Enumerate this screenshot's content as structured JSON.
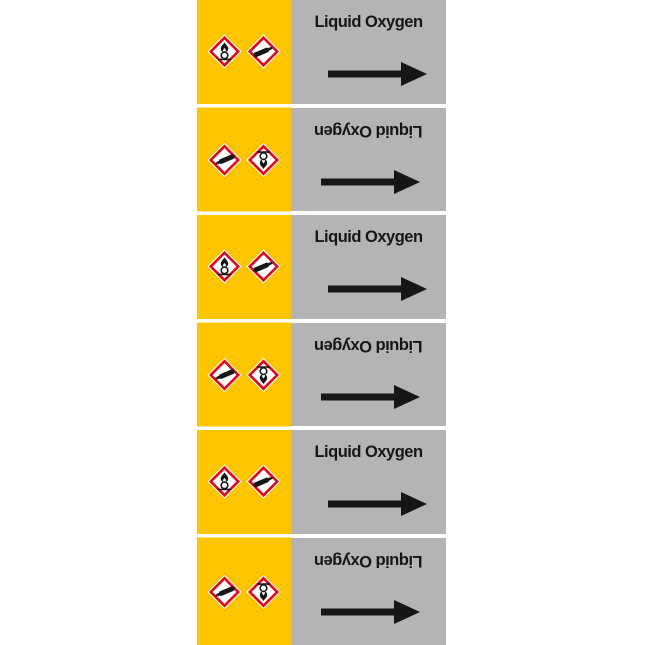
{
  "product": {
    "substance": "Liquid Oxygen",
    "type": "pipe-marker-band"
  },
  "colors": {
    "band_yellow": "#fdc500",
    "band_gray": "#b3b4b6",
    "ghs_red": "#dd0a1e",
    "symbol_black": "#161616",
    "separator_white": "#ffffff"
  },
  "icons": {
    "oxidizer": "ghs03-flame-over-circle-icon",
    "gas_cylinder": "ghs04-gas-cylinder-icon",
    "arrow": "flow-arrow-right-icon"
  },
  "rows": [
    {
      "text": "Liquid Oxygen",
      "orientation": "normal",
      "pictograms": [
        "ghs03-flame-over-circle",
        "ghs04-gas-cylinder"
      ],
      "arrow_direction": "right"
    },
    {
      "text": "Liquid Oxygen",
      "orientation": "rotated-180",
      "pictograms": [
        "ghs04-gas-cylinder",
        "ghs03-flame-over-circle"
      ],
      "arrow_direction": "right"
    },
    {
      "text": "Liquid Oxygen",
      "orientation": "normal",
      "pictograms": [
        "ghs03-flame-over-circle",
        "ghs04-gas-cylinder"
      ],
      "arrow_direction": "right"
    },
    {
      "text": "Liquid Oxygen",
      "orientation": "rotated-180",
      "pictograms": [
        "ghs04-gas-cylinder",
        "ghs03-flame-over-circle"
      ],
      "arrow_direction": "right"
    },
    {
      "text": "Liquid Oxygen",
      "orientation": "normal",
      "pictograms": [
        "ghs03-flame-over-circle",
        "ghs04-gas-cylinder"
      ],
      "arrow_direction": "right"
    },
    {
      "text": "Liquid Oxygen",
      "orientation": "rotated-180",
      "pictograms": [
        "ghs04-gas-cylinder",
        "ghs03-flame-over-circle"
      ],
      "arrow_direction": "right"
    }
  ]
}
